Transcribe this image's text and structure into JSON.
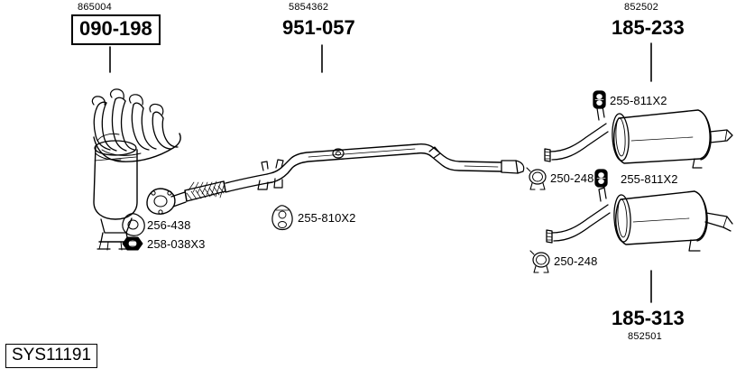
{
  "diagram": {
    "system_code": "SYS11191",
    "title_labels": [
      {
        "name": "manifold-catalyst",
        "oem": "865004",
        "ref": "090-198",
        "boxed": true
      },
      {
        "name": "centre-pipe",
        "oem": "5854362",
        "ref": "951-057",
        "boxed": false
      },
      {
        "name": "rear-silencer-upper",
        "oem": "852502",
        "ref": "185-233",
        "boxed": false
      },
      {
        "name": "rear-silencer-lower",
        "oem": "852501",
        "ref": "185-313",
        "boxed": false
      }
    ],
    "parts": [
      {
        "icon": "gasket-triangle-icon",
        "ref": "256-438"
      },
      {
        "icon": "nut-hex-icon",
        "ref": "258-038X3"
      },
      {
        "icon": "rubber-hanger-icon",
        "ref": "255-810X2"
      },
      {
        "icon": "clamp-icon",
        "ref": "250-248"
      },
      {
        "icon": "mounting-hanger-icon",
        "ref": "255-811X2"
      },
      {
        "icon": "mounting-hanger-icon",
        "ref": "255-811X2"
      },
      {
        "icon": "clamp-icon",
        "ref": "250-248"
      }
    ],
    "colors": {
      "line": "#000000",
      "fill": "#ffffff",
      "page": "#ffffff"
    }
  }
}
